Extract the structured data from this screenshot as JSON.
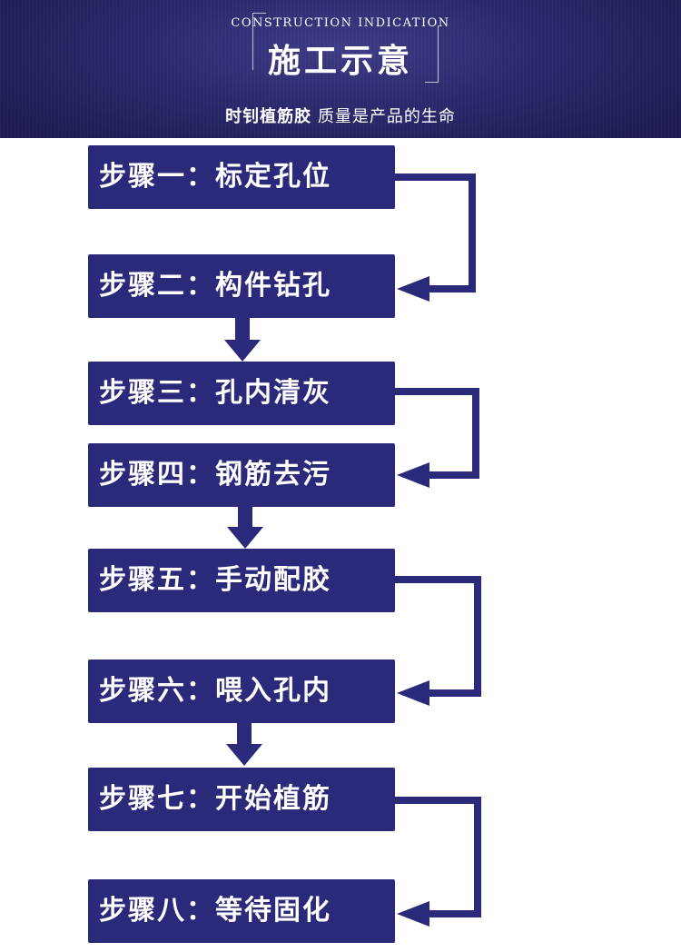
{
  "header": {
    "subtitle_en": "CONSTRUCTION INDICATION",
    "title": "施工示意",
    "slogan_a": "时钊植筋胶",
    "slogan_b": "质量是产品的生命"
  },
  "steps": [
    {
      "prefix": "步骤一：",
      "label": "标定孔位"
    },
    {
      "prefix": "步骤二：",
      "label": "构件钻孔"
    },
    {
      "prefix": "步骤三：",
      "label": "孔内清灰"
    },
    {
      "prefix": "步骤四：",
      "label": "钢筋去污"
    },
    {
      "prefix": "步骤五：",
      "label": "手动配胶"
    },
    {
      "prefix": "步骤六：",
      "label": "喂入孔内"
    },
    {
      "prefix": "步骤七：",
      "label": "开始植筋"
    },
    {
      "prefix": "步骤八：",
      "label": "等待固化"
    }
  ],
  "colors": {
    "header_bg": "#2c2a6e",
    "step_bg": "#2b2979",
    "arrow": "#2b2979",
    "text": "#ffffff"
  }
}
